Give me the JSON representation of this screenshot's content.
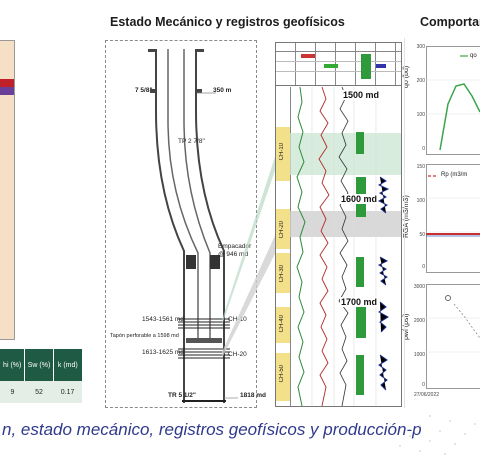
{
  "section_titles": {
    "left": "Estado Mecánico y registros geofísicos",
    "right": "Comportam"
  },
  "caption": "n, estado mecánico, registros geofísicos y producción-p",
  "petro_table": {
    "headers": [
      "hi (%)",
      "Sw (%)",
      "k (md)"
    ],
    "values": [
      "9",
      "52",
      "0.17"
    ]
  },
  "wellbore": {
    "casing_top": "7 5/8\"",
    "casing_top_depth": "350 m",
    "tubing": "TP 2 7/8\"",
    "packer": "Empacador @ 946 md",
    "interval_1": "1543-1561 md",
    "interval_1_name": "CH-10",
    "plug": "Tapón perforable a 1598 md",
    "interval_2": "1613-1625 md",
    "interval_2_name": "CH-20",
    "casing_bottom": "TR 5 1/2\"",
    "casing_bottom_depth": "1818 md"
  },
  "log_depths": [
    "1500 md",
    "1600 md",
    "1700 md"
  ],
  "zone_labels": [
    "CH-10",
    "CH-20",
    "CH-30",
    "CH-40",
    "CH-50"
  ],
  "charts": {
    "top": {
      "ylabel": "qo (bd)",
      "legend": "qo",
      "ticks": [
        "300",
        "200",
        "100",
        "0"
      ]
    },
    "middle": {
      "ylabel": "RGA (m3/m3)",
      "legend": "Rp (m3/m",
      "ticks": [
        "150",
        "100",
        "50",
        "0"
      ]
    },
    "bottom": {
      "ylabel": "pwf (psi)",
      "ticks": [
        "3000",
        "2000",
        "1000",
        "0"
      ],
      "xtick": "27/06/2022"
    }
  },
  "colors": {
    "caption": "#2f3a8c",
    "zone_yellow": "#f3e08a",
    "log_green": "#2e9a3c",
    "chart_green": "#3aa54a",
    "chart_red": "#c83030"
  }
}
